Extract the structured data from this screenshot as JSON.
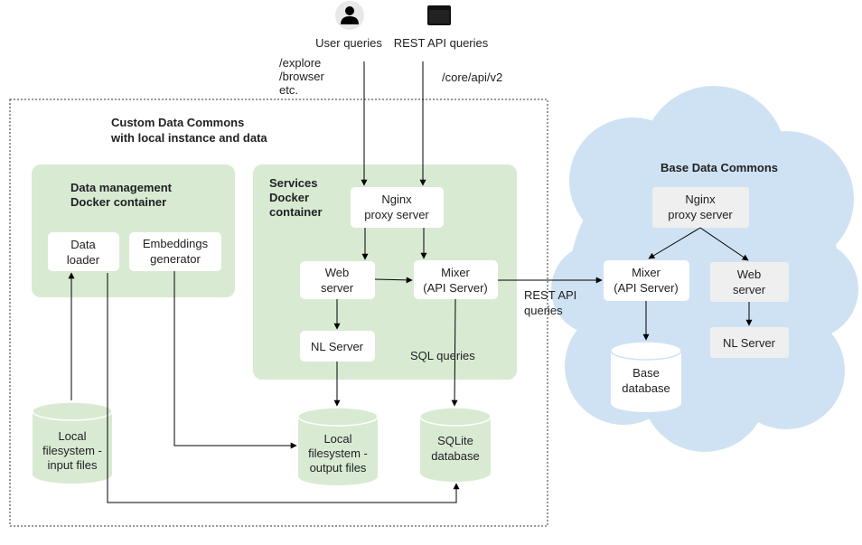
{
  "top": {
    "user_queries": "User queries",
    "rest_api_queries": "REST API queries",
    "user_icon": "person-icon",
    "rest_icon": "terminal-window-icon",
    "paths_line1": "/explore",
    "paths_line2": "/browser",
    "paths_line3": "etc.",
    "api_path": "/core/api/v2"
  },
  "custom": {
    "title_line1": "Custom Data Commons",
    "title_line2": "with local instance and data",
    "data_mgmt_line1": "Data management",
    "data_mgmt_line2": "Docker container",
    "data_loader_line1": "Data",
    "data_loader_line2": "loader",
    "embeddings_line1": "Embeddings",
    "embeddings_line2": "generator",
    "services_line1": "Services",
    "services_line2": "Docker",
    "services_line3": "container",
    "nginx_line1": "Nginx",
    "nginx_line2": "proxy server",
    "web_line1": "Web",
    "web_line2": "server",
    "mixer_line1": "Mixer",
    "mixer_line2": "(API Server)",
    "nl_server": "NL Server",
    "sql_queries": "SQL queries",
    "local_in_line1": "Local",
    "local_in_line2": "filesystem -",
    "local_in_line3": "input files",
    "local_out_line1": "Local",
    "local_out_line2": "filesystem -",
    "local_out_line3": "output files",
    "sqlite_line1": "SQLite",
    "sqlite_line2": "database"
  },
  "rest_api_between_line1": "REST API",
  "rest_api_between_line2": "queries",
  "base": {
    "title": "Base Data Commons",
    "nginx_line1": "Nginx",
    "nginx_line2": "proxy server",
    "mixer_line1": "Mixer",
    "mixer_line2": "(API Server)",
    "web_line1": "Web",
    "web_line2": "server",
    "nl_server": "NL Server",
    "db_line1": "Base",
    "db_line2": "database"
  },
  "colors": {
    "green_panel": "#d9ead3",
    "cloud": "#cfe2f3",
    "grey_box": "#efefef",
    "line": "#000000"
  }
}
